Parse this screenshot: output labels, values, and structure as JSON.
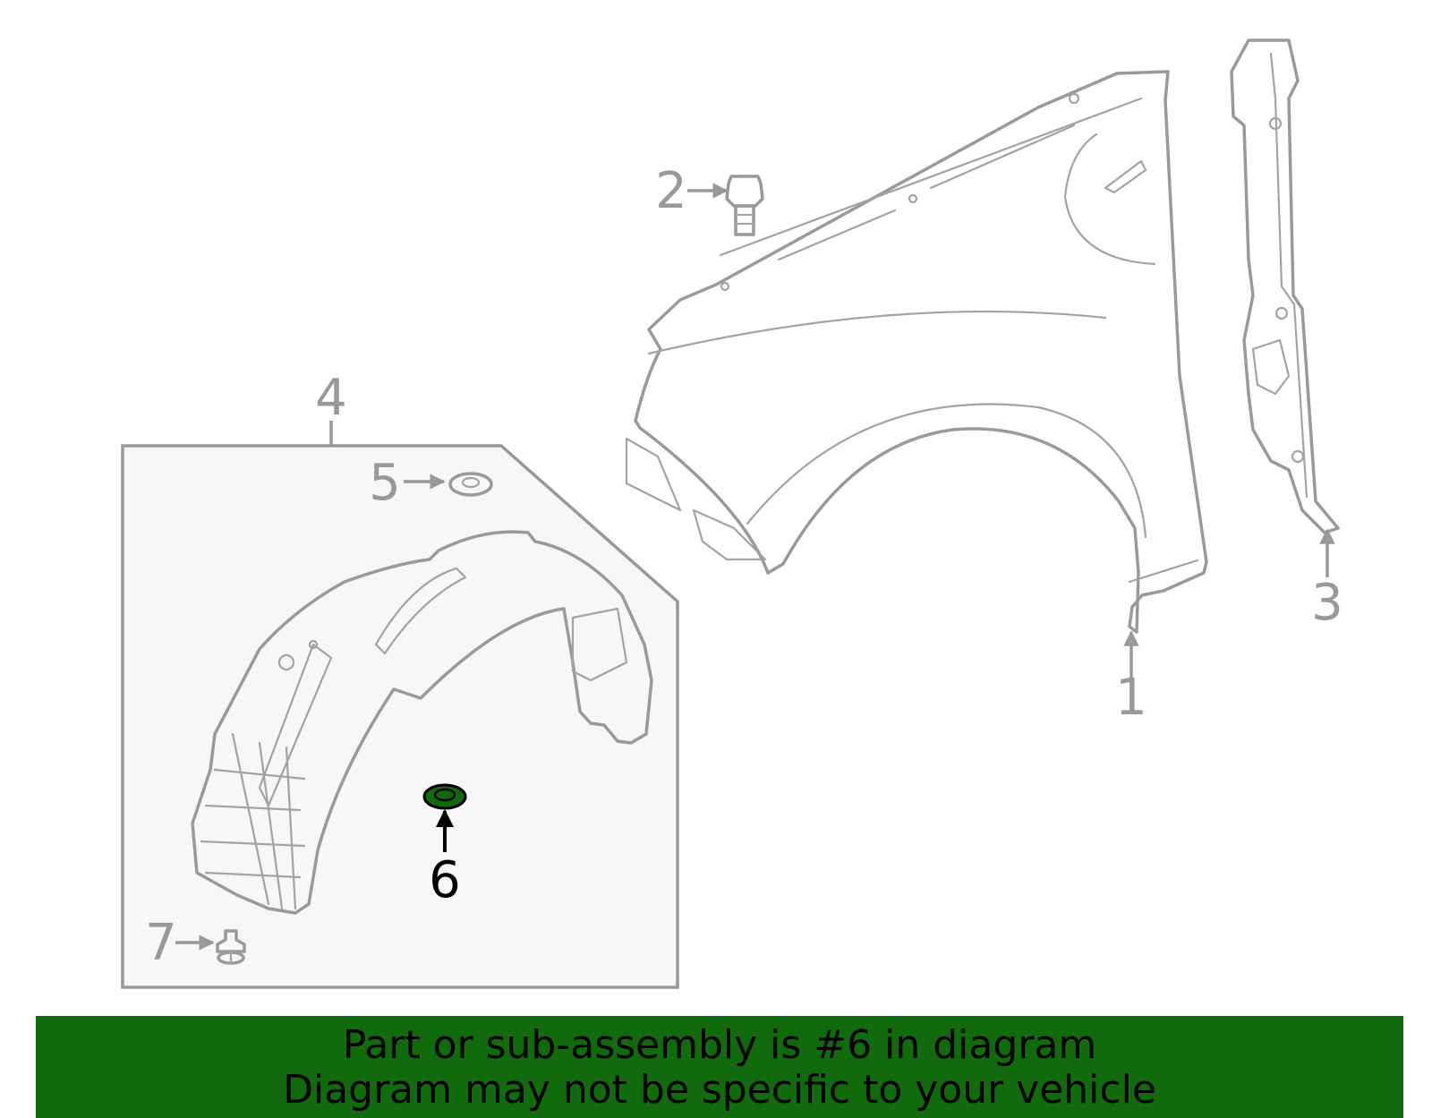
{
  "diagram": {
    "callouts": [
      {
        "id": "1",
        "label": "1"
      },
      {
        "id": "2",
        "label": "2"
      },
      {
        "id": "3",
        "label": "3"
      },
      {
        "id": "4",
        "label": "4"
      },
      {
        "id": "5",
        "label": "5"
      },
      {
        "id": "6",
        "label": "6",
        "highlighted": true
      },
      {
        "id": "7",
        "label": "7"
      }
    ],
    "highlight_color": "#116a0b",
    "line_color": "#999999"
  },
  "banner": {
    "line1": "Part or sub-assembly is #6 in diagram",
    "line2": "Diagram may not be specific to your vehicle",
    "background": "#116a0b"
  }
}
